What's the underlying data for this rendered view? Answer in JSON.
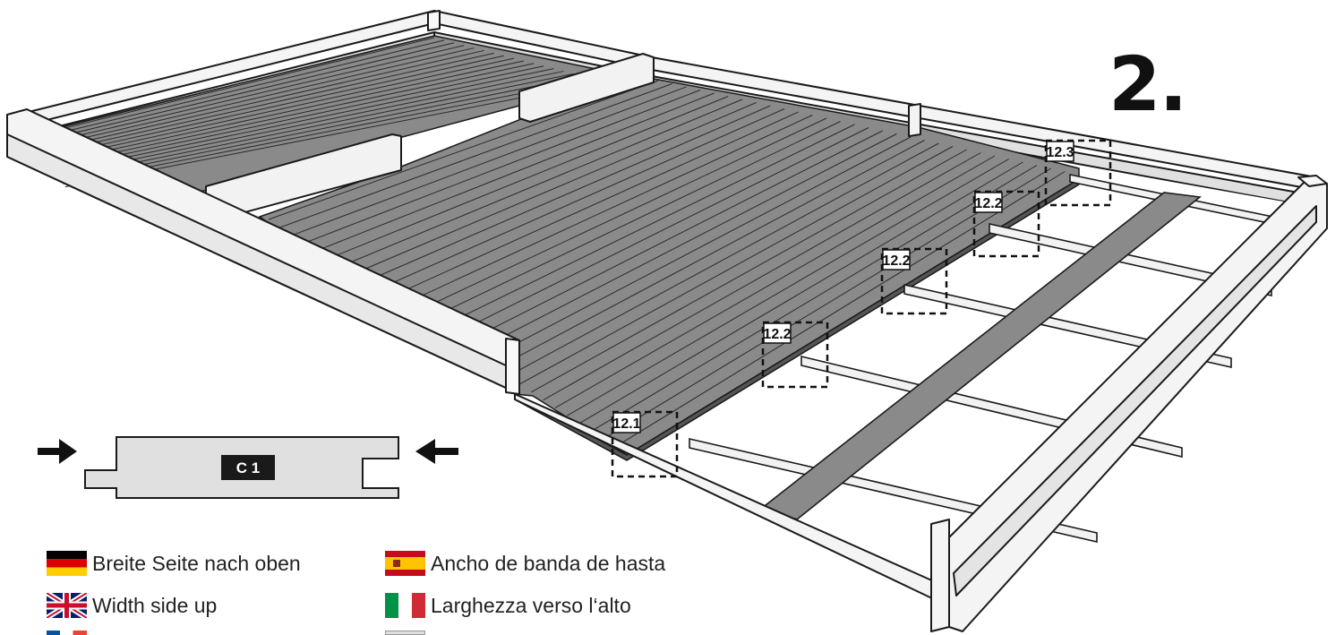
{
  "step_number": "2.",
  "profile_label": "C 1",
  "detail_callouts": [
    "12.1",
    "12.2",
    "12.2",
    "12.2",
    "12.3"
  ],
  "legend": {
    "left": [
      {
        "flag": "de-flag-icon",
        "text": "Breite Seite nach oben"
      },
      {
        "flag": "uk-flag-icon",
        "text": "Width side up"
      }
    ],
    "right": [
      {
        "flag": "es-flag-icon",
        "text": "Ancho de banda de hasta"
      },
      {
        "flag": "it-flag-icon",
        "text": "Larghezza verso l‘alto"
      }
    ]
  },
  "colors": {
    "board": "#8a8a8a",
    "board_line": "#2b2b2b",
    "frame": "#f2f2f2",
    "outline": "#1a1a1a"
  }
}
